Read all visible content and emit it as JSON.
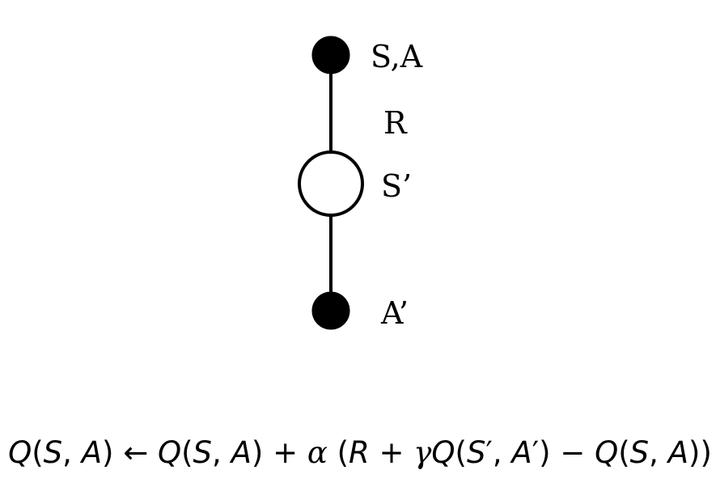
{
  "diagram": {
    "nodes": [
      {
        "id": "state-action",
        "kind": "action",
        "fill": "#000000",
        "label": "S,A"
      },
      {
        "id": "next-state",
        "kind": "state",
        "fill": "#ffffff",
        "label": "S’"
      },
      {
        "id": "next-action",
        "kind": "action",
        "fill": "#000000",
        "label": "A’"
      }
    ],
    "edges": [
      {
        "from": "state-action",
        "to": "next-state",
        "label": "R"
      },
      {
        "from": "next-state",
        "to": "next-action",
        "label": ""
      }
    ]
  },
  "formula": {
    "parts": [
      {
        "text": "Q",
        "style": "italic"
      },
      {
        "text": "(",
        "style": "op"
      },
      {
        "text": "S",
        "style": "italic"
      },
      {
        "text": ", ",
        "style": "op"
      },
      {
        "text": "A",
        "style": "italic"
      },
      {
        "text": ") ← ",
        "style": "op"
      },
      {
        "text": "Q",
        "style": "italic"
      },
      {
        "text": "(",
        "style": "op"
      },
      {
        "text": "S",
        "style": "italic"
      },
      {
        "text": ", ",
        "style": "op"
      },
      {
        "text": "A",
        "style": "italic"
      },
      {
        "text": ") + ",
        "style": "op"
      },
      {
        "text": "α",
        "style": "greek"
      },
      {
        "text": " (",
        "style": "op"
      },
      {
        "text": "R",
        "style": "italic"
      },
      {
        "text": " + ",
        "style": "op"
      },
      {
        "text": "γ",
        "style": "greek"
      },
      {
        "text": "Q",
        "style": "italic"
      },
      {
        "text": "(",
        "style": "op"
      },
      {
        "text": "S",
        "style": "italic"
      },
      {
        "text": "′, ",
        "style": "op"
      },
      {
        "text": "A",
        "style": "italic"
      },
      {
        "text": "′) − ",
        "style": "op"
      },
      {
        "text": "Q",
        "style": "italic"
      },
      {
        "text": "(",
        "style": "op"
      },
      {
        "text": "S",
        "style": "italic"
      },
      {
        "text": ", ",
        "style": "op"
      },
      {
        "text": "A",
        "style": "italic"
      },
      {
        "text": "))",
        "style": "op"
      }
    ]
  }
}
